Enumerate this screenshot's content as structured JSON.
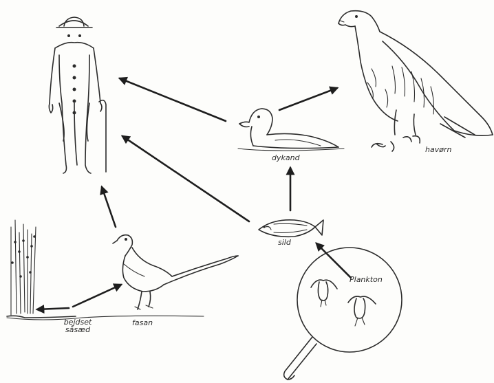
{
  "labels": {
    "duck": "dykand",
    "eagle": "havørn",
    "fish": "sild",
    "pheasant": "fasan",
    "seed": "bejdset såsæd",
    "plankton": "Plankton"
  },
  "colors": {
    "ink": "#2b2b2b",
    "background": "#fdfdfb"
  },
  "food_web_links": [
    {
      "from": "dykand",
      "to": "human"
    },
    {
      "from": "dykand",
      "to": "havørn"
    },
    {
      "from": "sild",
      "to": "dykand"
    },
    {
      "from": "sild",
      "to": "human"
    },
    {
      "from": "fasan",
      "to": "human"
    },
    {
      "from": "bejdset såsæd",
      "to": "fasan"
    },
    {
      "from": "Plankton",
      "to": "sild"
    }
  ]
}
